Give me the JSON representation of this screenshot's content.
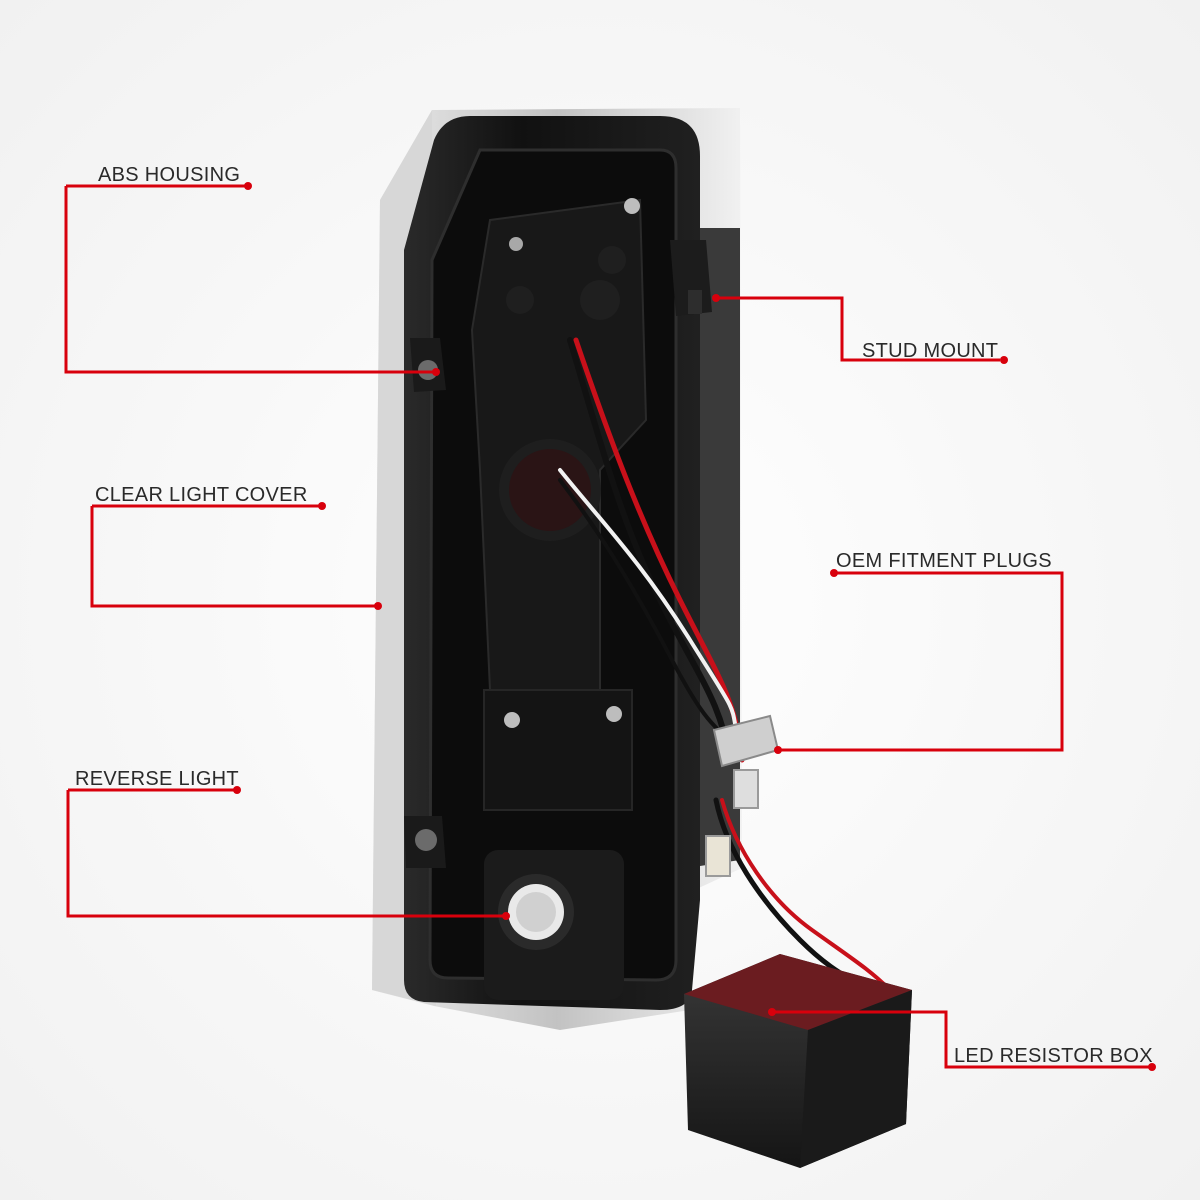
{
  "callouts": {
    "abs_housing": "ABS HOUSING",
    "stud_mount": "STUD MOUNT",
    "clear_light_cover": "CLEAR LIGHT COVER",
    "oem_fitment_plugs": "OEM FITMENT PLUGS",
    "reverse_light": "REVERSE LIGHT",
    "led_resistor_box": "LED RESISTOR BOX"
  },
  "colors": {
    "callout_line": "#d8000c",
    "housing": "#141414",
    "lens_edge": "#c9c9c9",
    "wire_red": "#c8101a",
    "resistor_wrap": "#6b1c20"
  }
}
